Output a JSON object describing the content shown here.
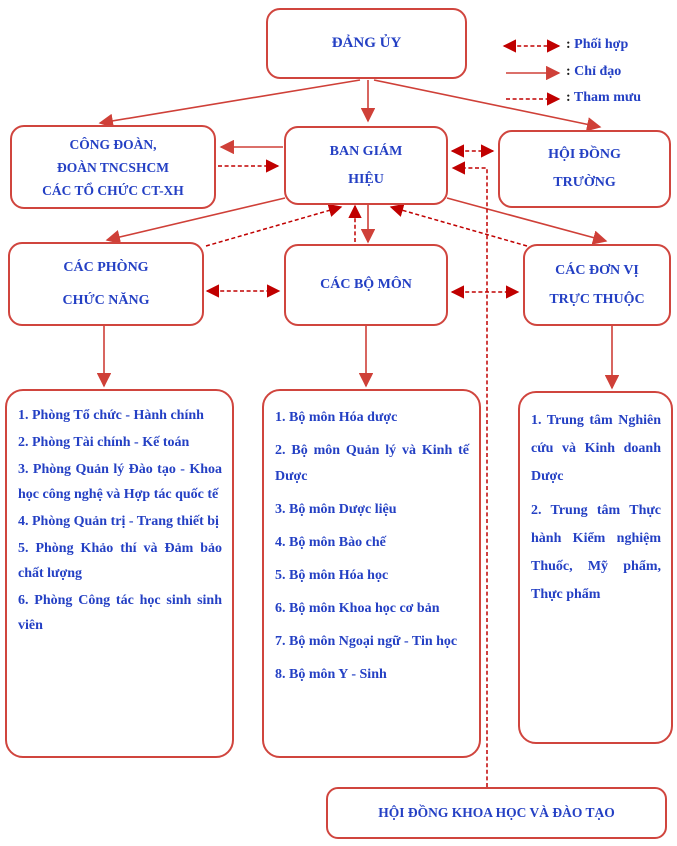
{
  "colors": {
    "box_border": "#d0453e",
    "solid_arrow": "#cf4038",
    "dashed_arrow": "#c00000",
    "text_blue": "#2440c4",
    "colon_dark": "#1a1a1a",
    "background": "#ffffff"
  },
  "legend": {
    "separator": ":",
    "items": [
      {
        "symbol": "dashed-double-arrow",
        "label": "Phối hợp"
      },
      {
        "symbol": "solid-arrow",
        "label": "Chỉ đạo"
      },
      {
        "symbol": "dashed-arrow",
        "label": "Tham mưu"
      }
    ]
  },
  "nodes": {
    "dang_uy": "ĐẢNG ỦY",
    "cong_doan": [
      "CÔNG ĐOÀN,",
      "ĐOÀN TNCSHCM",
      "CÁC TỔ CHỨC CT-XH"
    ],
    "ban_giam_hieu": [
      "BAN GIÁM",
      "HIỆU"
    ],
    "hoi_dong_truong": [
      "HỘI ĐỒNG",
      "TRƯỜNG"
    ],
    "cac_phong": [
      "CÁC PHÒNG",
      "CHỨC NĂNG"
    ],
    "cac_bo_mon": "CÁC BỘ MÔN",
    "cac_don_vi": [
      "CÁC ĐƠN VỊ",
      "TRỰC THUỘC"
    ],
    "hoi_dong_khdt": "HỘI ĐỒNG KHOA HỌC VÀ ĐÀO TẠO"
  },
  "lists": {
    "phong": [
      "1. Phòng Tổ chức - Hành chính",
      "2. Phòng Tài chính - Kế toán",
      "3. Phòng Quản lý Đào tạo - Khoa học công nghệ và Hợp tác quốc tế",
      "4. Phòng Quản trị - Trang thiết bị",
      "5. Phòng Khảo thí và Đảm bảo chất lượng",
      "6. Phòng Công tác học sinh sinh viên"
    ],
    "bo_mon": [
      "1. Bộ môn Hóa dược",
      "2. Bộ môn Quản lý và Kinh tế Dược",
      "3. Bộ môn Dược liệu",
      "4. Bộ môn Bào chế",
      "5. Bộ môn Hóa học",
      "6. Bộ môn Khoa học cơ bản",
      "7. Bộ môn Ngoại ngữ - Tin học",
      "8.  Bộ môn Y - Sinh"
    ],
    "don_vi": [
      "1. Trung tâm Nghiên cứu và Kinh doanh Dược",
      "2. Trung tâm Thực hành Kiểm nghiệm Thuốc, Mỹ phẩm, Thực phẩm"
    ]
  }
}
